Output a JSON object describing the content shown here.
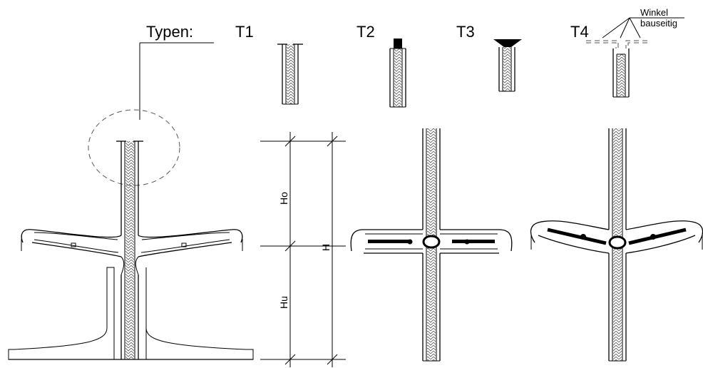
{
  "header": {
    "types_label": "Typen:",
    "t1": "T1",
    "t2": "T2",
    "t3": "T3",
    "t4": "T4",
    "winkel_line1": "Winkel",
    "winkel_line2": "bauseitig"
  },
  "dimensions": {
    "ho": "Ho",
    "hu": "Hu",
    "h": "H"
  }
}
